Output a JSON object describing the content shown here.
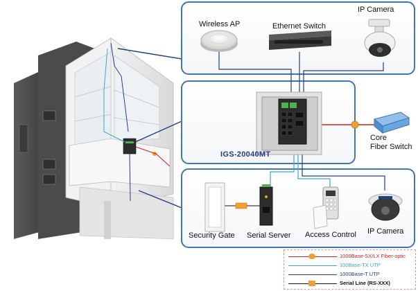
{
  "labels": {
    "wireless_ap": "Wireless AP",
    "ethernet_switch": "Ethernet Switch",
    "ip_camera_top": "IP Camera",
    "core_switch_line1": "Core",
    "core_switch_line2": "Fiber Switch",
    "model": "IGS-20040MT",
    "security_gate": "Security Gate",
    "serial_server": "Serial Server",
    "access_control": "Access Control",
    "ip_camera_bottom": "IP Camera"
  },
  "legend": [
    {
      "text": "1000Base-SX/LX Fiber-optic",
      "color": "#cc2222",
      "marker": "orange-dot"
    },
    {
      "text": "100Base-TX UTP",
      "color": "#3aa7c9",
      "marker": "none"
    },
    {
      "text": "1000Base-T UTP",
      "color": "#1f3f86",
      "marker": "none"
    },
    {
      "text": "Serial Line (RS-XXX)",
      "color": "#111111",
      "marker": "orange-rect"
    }
  ],
  "colors": {
    "panel_border": "#3f74b5",
    "fiber": "#cc2222",
    "utp_100": "#3aa7c9",
    "utp_1000": "#1f3f86",
    "serial_marker": "#f0a030"
  }
}
